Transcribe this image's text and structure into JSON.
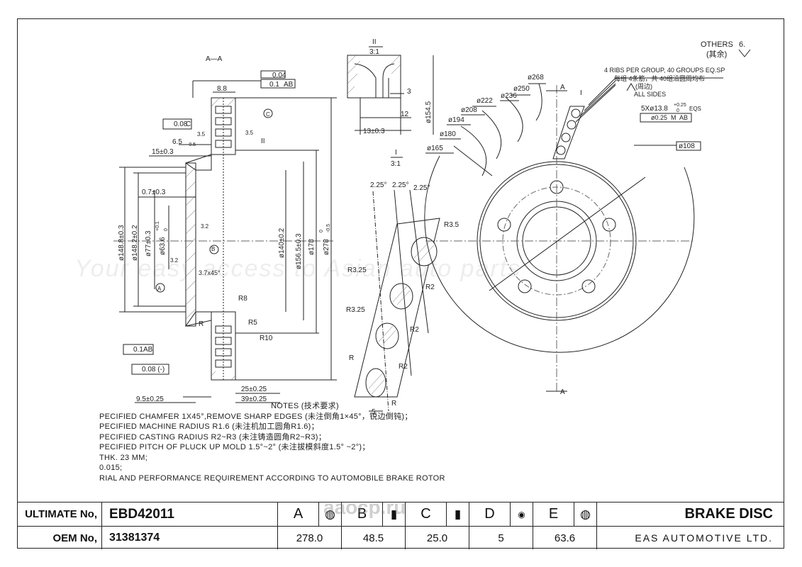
{
  "drawing": {
    "section_label": "A—A",
    "detail2_label": "II",
    "detail2_scale": "3:1",
    "detail1_label": "I",
    "detail1_scale": "3:1",
    "others": "OTHERS",
    "others_value": "6.",
    "others_cn": "(其余)",
    "ribs_en": "4 RIBS PER GROUP, 40 GROUPS EQ.SP",
    "ribs_cn": "每组 4条筋，共 40组沿圆周均布",
    "ribs_cn2": "(周边)",
    "all_sides": "ALL SIDES",
    "dims": {
      "d268": "ø268",
      "d250": "ø250",
      "d236": "ø236",
      "d222": "ø222",
      "d208": "ø208",
      "d194": "ø194",
      "d180": "ø180",
      "d165": "ø165",
      "d108": "ø108",
      "bolt": "5Xø13.8",
      "bolt_tol": "+0.25",
      "bolt_tol2": "0",
      "eqs": "EQS",
      "pos_tol": "ø0.25",
      "mm": "M",
      "ab": "AB",
      "flat": "0.04",
      "run": "0.1",
      "runab": "AB",
      "w88": "8.8",
      "par": "0.08",
      "par_ref": "C",
      "r35a": "3.5",
      "r35b": "3.5",
      "d65": "6.5",
      "d65t": "-0.5",
      "d15": "15±0.3",
      "d07": "0.7±0.3",
      "d1488": "ø148.8±0.3",
      "d1482": "ø148.2±0.2",
      "d77": "ø77±0.3",
      "d636": "ø63.6",
      "d636t": "+0.1",
      "d636t2": "0",
      "r32": "3.2",
      "r32b": "3.2",
      "ch37": "3.7x45°",
      "d140": "ø140±0.2",
      "d1565": "ø156.5±0.3",
      "d178": "ø178",
      "d278": "ø278",
      "d278t": "0",
      "d278t2": "-0.5",
      "r8": "R8",
      "r5": "R5",
      "r10": "R10",
      "r": "R",
      "runout2": "0.1",
      "runout2ab": "AB",
      "flat2": "0.08 (-)",
      "d25": "25±0.25",
      "d39": "39±0.25",
      "d95": "9.5±0.25",
      "det_3": "3",
      "det_12": "12",
      "det_13": "13±0.3",
      "det_154": "ø154.5",
      "ang1": "2.25°",
      "ang2": "2.25°",
      "ang3": "2.25°",
      "dr35": "R3.5",
      "dr325a": "R3.25",
      "dr325b": "R3.25",
      "dr2a": "R2",
      "dr2b": "R2",
      "dr2c": "R2",
      "drR1": "R",
      "drR2": "R",
      "d5": "5",
      "sec_a": "A",
      "sec_b": "B",
      "sec_c": "C",
      "sec_ii": "II",
      "sec_i": "I",
      "cut_a": "A",
      "cut_a2": "A"
    },
    "watermark": "Your easy access to Asian auto parts",
    "brand_color": "#111111"
  },
  "notes": {
    "title": "NOTES (技术要求)",
    "lines": [
      "PECIFIED CHAMFER 1X45°,REMOVE SHARP EDGES (未注倒角1×45°，锐边倒钝)；",
      "PECIFIED MACHINE RADIUS R1.6 (未注机加工圆角R1.6)；",
      "PECIFIED CASTING RADIUS R2~R3 (未注铸造圆角R2~R3)；",
      "PECIFIED PITCH OF PLUCK UP MOLD 1.5°~2° (未注拔模斜度1.5° ~2°)；",
      "THK. 23 MM;",
      "0.015;",
      "RIAL AND PERFORMANCE REQUIREMENT ACCORDING TO AUTOMOBILE BRAKE ROTOR"
    ]
  },
  "title_block": {
    "ultimate_label": "ULTIMATE No,",
    "ultimate_value": "EBD42011",
    "oem_label": "OEM No,",
    "oem_value": "31381374",
    "cols": [
      {
        "letter": "A",
        "value": "278.0"
      },
      {
        "letter": "B",
        "value": "48.5"
      },
      {
        "letter": "C",
        "value": "25.0"
      },
      {
        "letter": "D",
        "value": "5"
      },
      {
        "letter": "E",
        "value": "63.6"
      }
    ],
    "product": "BRAKE DISC",
    "company": "EAS AUTOMOTIVE LTD.",
    "stamp_site": "ааоср.ru"
  }
}
